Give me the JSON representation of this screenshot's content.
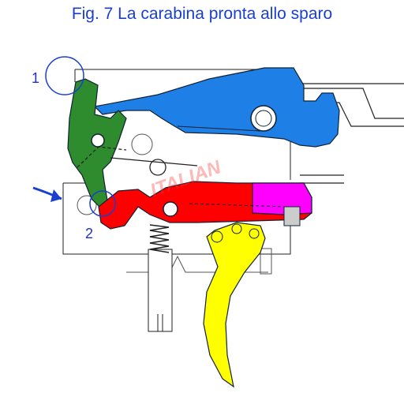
{
  "figure": {
    "title": "Fig. 7 La carabina pronta allo sparo",
    "callouts": [
      {
        "id": "1",
        "label": "1"
      },
      {
        "id": "2",
        "label": "2"
      }
    ],
    "watermark": "ITALIAN",
    "colors": {
      "title": "#1a3fd0",
      "hammer": "#1e7fe6",
      "sear_lever": "#2e8b2e",
      "sear": "#ff0000",
      "sear_spring_block": "#ff00ff",
      "trigger": "#ffff00",
      "arrow": "#1a3fd0",
      "outline": "#222222"
    }
  }
}
